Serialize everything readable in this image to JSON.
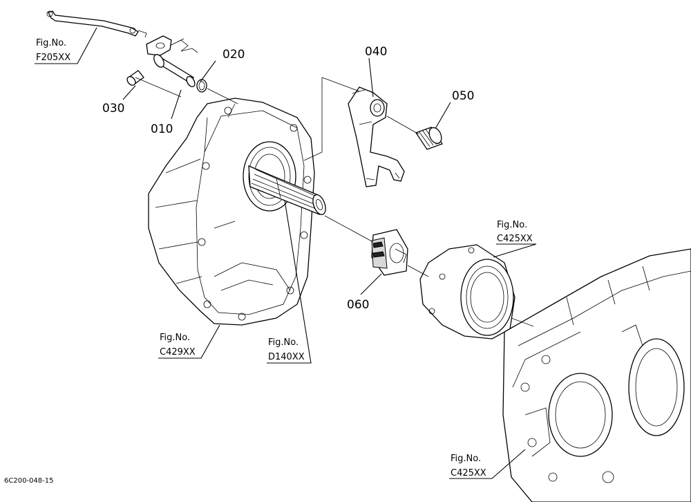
{
  "parts": {
    "p010": "010",
    "p020": "020",
    "p030": "030",
    "p040": "040",
    "p050": "050",
    "p060": "060"
  },
  "references": {
    "f205": {
      "line1": "Fig.No.",
      "line2": "F205XX"
    },
    "c425_top": {
      "line1": "Fig.No.",
      "line2": "C425XX"
    },
    "c429": {
      "line1": "Fig.No.",
      "line2": "C429XX"
    },
    "d140": {
      "line1": "Fig.No.",
      "line2": "D140XX"
    },
    "c425_bottom": {
      "line1": "Fig.No.",
      "line2": "C425XX"
    }
  },
  "document_code": "6C200-048-15"
}
